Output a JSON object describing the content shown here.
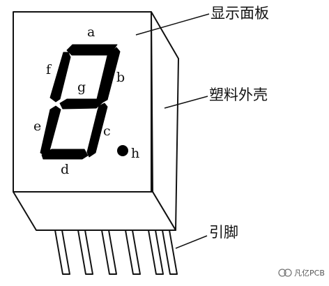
{
  "segments": {
    "a": "a",
    "b": "b",
    "c": "c",
    "d": "d",
    "e": "e",
    "f": "f",
    "g": "g",
    "h": "h"
  },
  "callouts": {
    "display_face": "显示面板",
    "plastic_shell": "塑料外壳",
    "pins": "引脚"
  },
  "watermark": "凡亿PCB",
  "colors": {
    "line": "#111111",
    "segment_fill": "#000000",
    "background": "#ffffff"
  }
}
